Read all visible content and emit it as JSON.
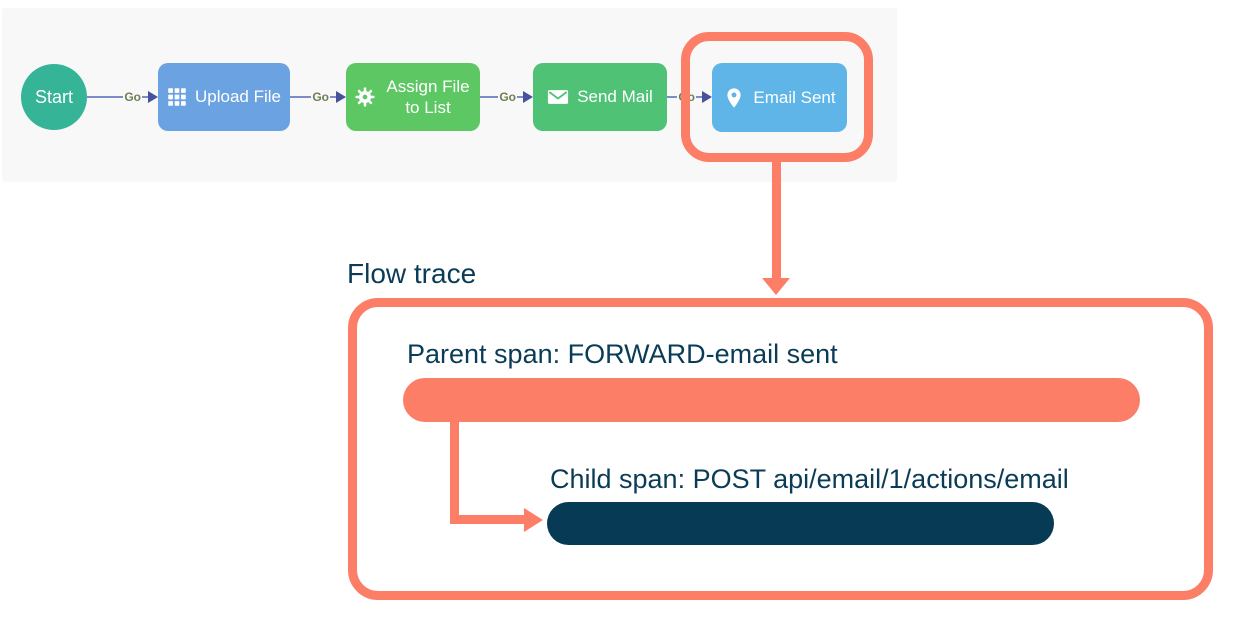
{
  "workflow": {
    "panel_background": "#f8f8f9",
    "nodes": [
      {
        "id": "start",
        "label": "Start",
        "shape": "circle",
        "color": "#35b497"
      },
      {
        "id": "upload-file",
        "label": "Upload File",
        "icon": "grid-icon",
        "color": "#6aa2e2"
      },
      {
        "id": "assign-file-to-list",
        "label": "Assign File to List",
        "icon": "gear-icon",
        "color": "#5dc763"
      },
      {
        "id": "send-mail",
        "label": "Send Mail",
        "icon": "envelope-icon",
        "color": "#4fc276"
      },
      {
        "id": "email-sent",
        "label": "Email Sent",
        "icon": "map-pin-icon",
        "color": "#5fb5e8",
        "highlighted": true
      }
    ],
    "connectors": [
      {
        "label": "Go"
      },
      {
        "label": "Go"
      },
      {
        "label": "Go"
      },
      {
        "label": "Go"
      }
    ],
    "connector_line_color": "#7c8cc9",
    "connector_arrow_color": "#47519e",
    "connector_label_color": "#6e7f52"
  },
  "flow_trace": {
    "title": "Flow trace",
    "parent_span": {
      "label": "Parent span: FORWARD-email sent",
      "bar_color": "#fd7e67"
    },
    "child_span": {
      "label": "Child span: POST api/email/1/actions/email",
      "bar_color": "#073a55"
    }
  },
  "colors": {
    "highlight": "#fd7e67",
    "heading_text": "#0b3c57",
    "node_text": "#ffffff"
  }
}
